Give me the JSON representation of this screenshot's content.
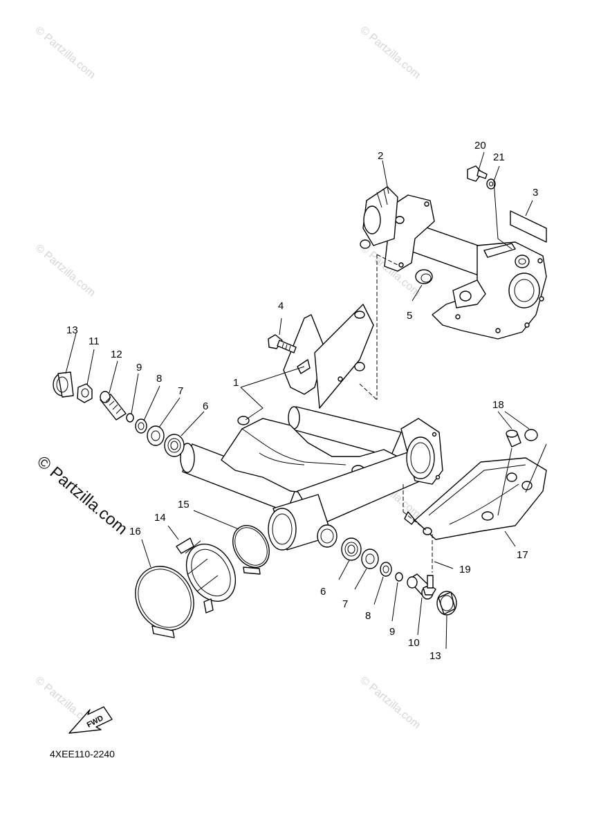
{
  "watermark_small": "© Partzilla.com",
  "watermark_large": "© Partzilla.com",
  "diagram_code": "4XEE110-2240",
  "fwd_label": "FWD",
  "callouts": {
    "c1": "1",
    "c2": "2",
    "c3": "3",
    "c4": "4",
    "c5": "5",
    "c6a": "6",
    "c6b": "6",
    "c7a": "7",
    "c7b": "7",
    "c8a": "8",
    "c8b": "8",
    "c9a": "9",
    "c9b": "9",
    "c10": "10",
    "c11": "11",
    "c12": "12",
    "c13a": "13",
    "c13b": "13",
    "c14": "14",
    "c15": "15",
    "c16": "16",
    "c17": "17",
    "c18": "18",
    "c19": "19",
    "c20": "20",
    "c21": "21"
  }
}
